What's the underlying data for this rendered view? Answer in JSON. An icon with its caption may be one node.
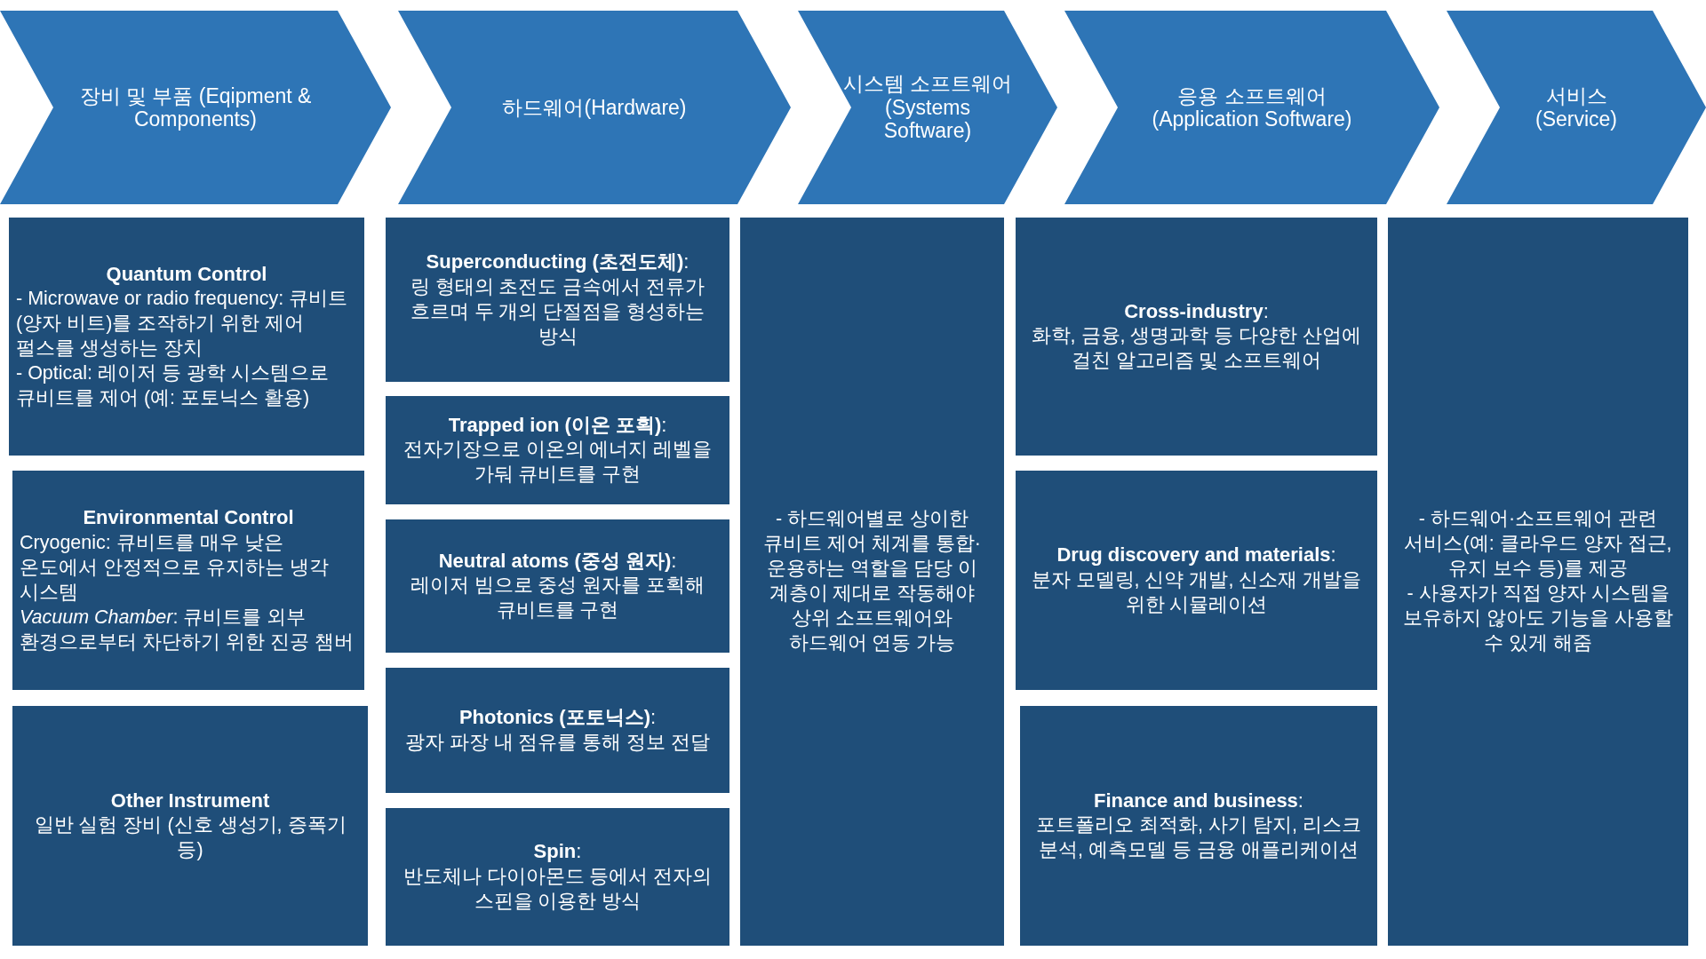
{
  "diagram": {
    "nodes": [
      {
        "text": [
          "장비 및 부품 (Eqipment & Components)"
        ]
      },
      {
        "text": [
          "하드웨어(Hardware)"
        ]
      },
      {
        "text": [
          "시스템 소프트웨어 (Systems Software)"
        ]
      },
      {
        "text": [
          "응용 소프트웨어 (Application Software)"
        ]
      },
      {
        "text": [
          "서비스 (Service)"
        ]
      },
      {
        "text": [
          "Quantum Control",
          "- Microwave or radio frequency: 큐비트(양자 비트)를 조작하기 위한 제어 펄스를 생성하는 장치",
          "- Optical: 레이저 등 광학 시스템으로 큐비트를 제어 (예: 포토닉스 활용)"
        ]
      },
      {
        "text": [
          "Environmental Control",
          "Cryogenic: 큐비트를 매우 낮은 온도에서 안정적으로 유지하는 냉각 시스템",
          "*Vacuum Chamber*: 큐비트를 외부 환경으로부터 차단하기 위한 진공 챔버"
        ]
      },
      {
        "text": [
          "Other Instrument",
          "일반 실험 장비 (신호 생성기, 증폭기 등)"
        ]
      },
      {
        "text": [
          "**Superconducting (초전도체)**:",
          "링 형태의 초전도 금속에서 전류가 흐르며 두 개의 단절점을 형성하는 방식"
        ]
      },
      {
        "text": [
          "**Trapped ion (이온 포획)**:",
          "전자기장으로 이온의 에너지 레벨을 가둬 큐비트를 구현"
        ]
      },
      {
        "text": [
          "**Neutral atoms (중성 원자)**:",
          "레이저 빔으로 중성 원자를 포획해 큐비트를 구현"
        ]
      },
      {
        "text": [
          "**Photonics (포토닉스)**:",
          "광자 파장 내 점유를 통해 정보 전달"
        ]
      },
      {
        "text": [
          "**Spin**:",
          "반도체나 다이아몬드 등에서 전자의 스핀을 이용한 방식"
        ]
      },
      {
        "text": [
          "- 하드웨어별로 상이한 큐비트 제어 체계를 통합·운용하는 역할을 담당 이 계층이 제대로 작동해야 상위 소프트웨어와 하드웨어 연동 가능"
        ]
      },
      {
        "text": [
          "**Cross-industry**:",
          "화학, 금융, 생명과학 등 다양한 산업에 걸친 알고리즘 및 소프트웨어"
        ]
      },
      {
        "text": [
          "**Drug discovery and materials**:",
          "분자 모델링, 신약 개발, 신소재 개발을 위한 시뮬레이션"
        ]
      },
      {
        "text": [
          "**Finance and business**:",
          "포트폴리오 최적화, 사기 탐지, 리스크 분석, 예측모델 등 금융 애플리케이션"
        ]
      },
      {
        "text": [
          "- 하드웨어·소프트웨어 관련 서비스(예: 클라우드 양자 접근, 유지 보수 등)를 제공",
          "- 사용자가 직접 양자 시스템을 보유하지 않아도 기능을 사용할 수 있게 해줌"
        ]
      }
    ]
  }
}
